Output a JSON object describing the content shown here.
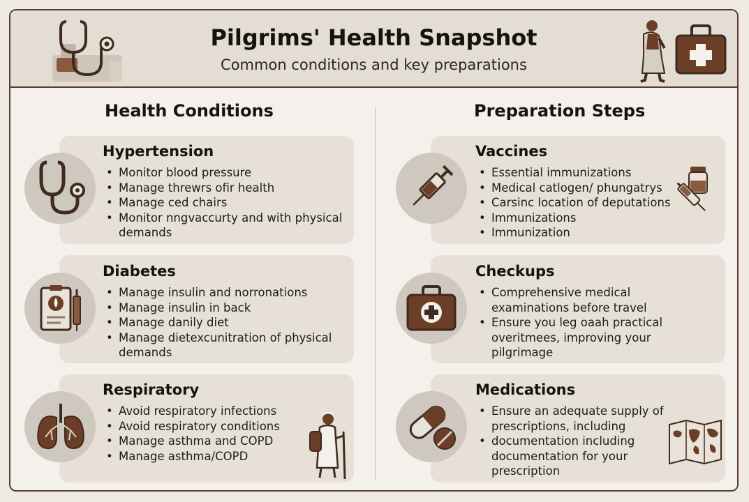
{
  "header": {
    "title": "Pilgrims' Health Snapshot",
    "subtitle": "Common conditions and key preparations"
  },
  "left": {
    "heading": "Health Conditions",
    "cards": [
      {
        "title": "Hypertension",
        "icon": "stethoscope-icon",
        "items": [
          "Monitor blood pressure",
          "Manage threwrs ofir health",
          "Manage ced chairs",
          "Monitor nngvaccurty and with physical demands"
        ]
      },
      {
        "title": "Diabetes",
        "icon": "clipboard-syringe-icon",
        "items": [
          "Manage insulin and norronations",
          "Manage insulin in back",
          "Manage danily diet",
          "Manage dietexcunitration of physical demands"
        ]
      },
      {
        "title": "Respiratory",
        "icon": "lungs-icon",
        "items": [
          "Avoid respiratory infections",
          "Avoid respiratory conditions",
          "Manage asthma and COPD",
          "Manage asthma/COPD"
        ]
      }
    ]
  },
  "right": {
    "heading": "Preparation Steps",
    "cards": [
      {
        "title": "Vaccines",
        "icon": "syringe-icon",
        "items": [
          "Essential immunizations",
          "Medical catlogen/ phungatrys",
          "Carsinc location of deputations",
          "Immunizations",
          "Immunization"
        ]
      },
      {
        "title": "Checkups",
        "icon": "medical-kit-icon",
        "items": [
          "Comprehensive medical examinations before travel",
          "Ensure you leg oaah practical overitmees, improving your pilgrimage"
        ]
      },
      {
        "title": "Medications",
        "icon": "pills-icon",
        "items": [
          "Ensure an adequate supply of prescriptions, including",
          "documentation including documentation for your prescription"
        ]
      }
    ]
  },
  "colors": {
    "brown": "#6b3e28",
    "dark_brown": "#3f2a1f",
    "header_bg": "#e4ddd3",
    "card_bg": "#e6e0d7",
    "circle_bg": "#cfc8bf"
  }
}
